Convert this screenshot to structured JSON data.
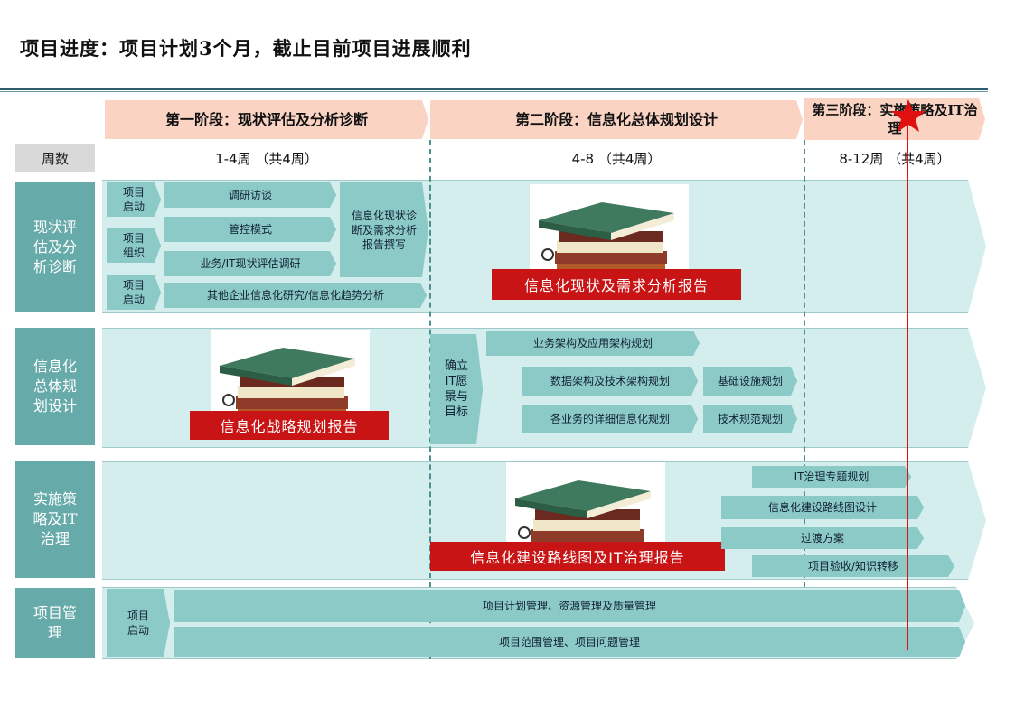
{
  "title": "项目进度：项目计划3个月，截止目前项目进展顺利",
  "phases": [
    {
      "label": "第一阶段：现状评估及分析诊断"
    },
    {
      "label": "第二阶段：信息化总体规划设计"
    },
    {
      "label": "第三阶段：实施策略及IT治理"
    }
  ],
  "weeks": {
    "header": "周数",
    "items": [
      "1-4周 （共4周）",
      "4-8 （共4周）",
      "8-12周 （共4周）"
    ]
  },
  "rows": [
    {
      "label": "现状评估及分析诊断"
    },
    {
      "label": "信息化总体规划设计"
    },
    {
      "label": "实施策略及IT治理"
    },
    {
      "label": "项目管理"
    }
  ],
  "row1": {
    "tags": [
      "项目启动",
      "项目组织",
      "项目启动"
    ],
    "tasks": [
      "调研访谈",
      "管控模式",
      "业务/IT现状评估调研",
      "其他企业信息化研究/信息化趋势分析"
    ],
    "summary": "信息化现状诊断及需求分析报告撰写",
    "report": "信息化现状及需求分析报告"
  },
  "row2": {
    "report": "信息化战略规划报告",
    "vision": "确立IT愿景与目标",
    "tasks": [
      "业务架构及应用架构规划",
      "数据架构及技术架构规划",
      "基础设施规划",
      "各业务的详细信息化规划",
      "技术规范规划"
    ]
  },
  "row3": {
    "report": "信息化建设路线图及IT治理报告",
    "tasks": [
      "IT治理专题规划",
      "信息化建设路线图设计",
      "过渡方案",
      "项目验收/知识转移"
    ]
  },
  "row4": {
    "tag": "项目启动",
    "tasks": [
      "项目计划管理、资源管理及质量管理",
      "项目范围管理、项目问题管理"
    ]
  },
  "colors": {
    "teal": "#66aaa9",
    "band": "#d4eeee",
    "box": "#8ccac8",
    "phase": "#fbd3c3",
    "report": "#c81414",
    "marker": "#e01010"
  },
  "icons": {
    "books": "books-icon",
    "marker": "star-icon"
  }
}
